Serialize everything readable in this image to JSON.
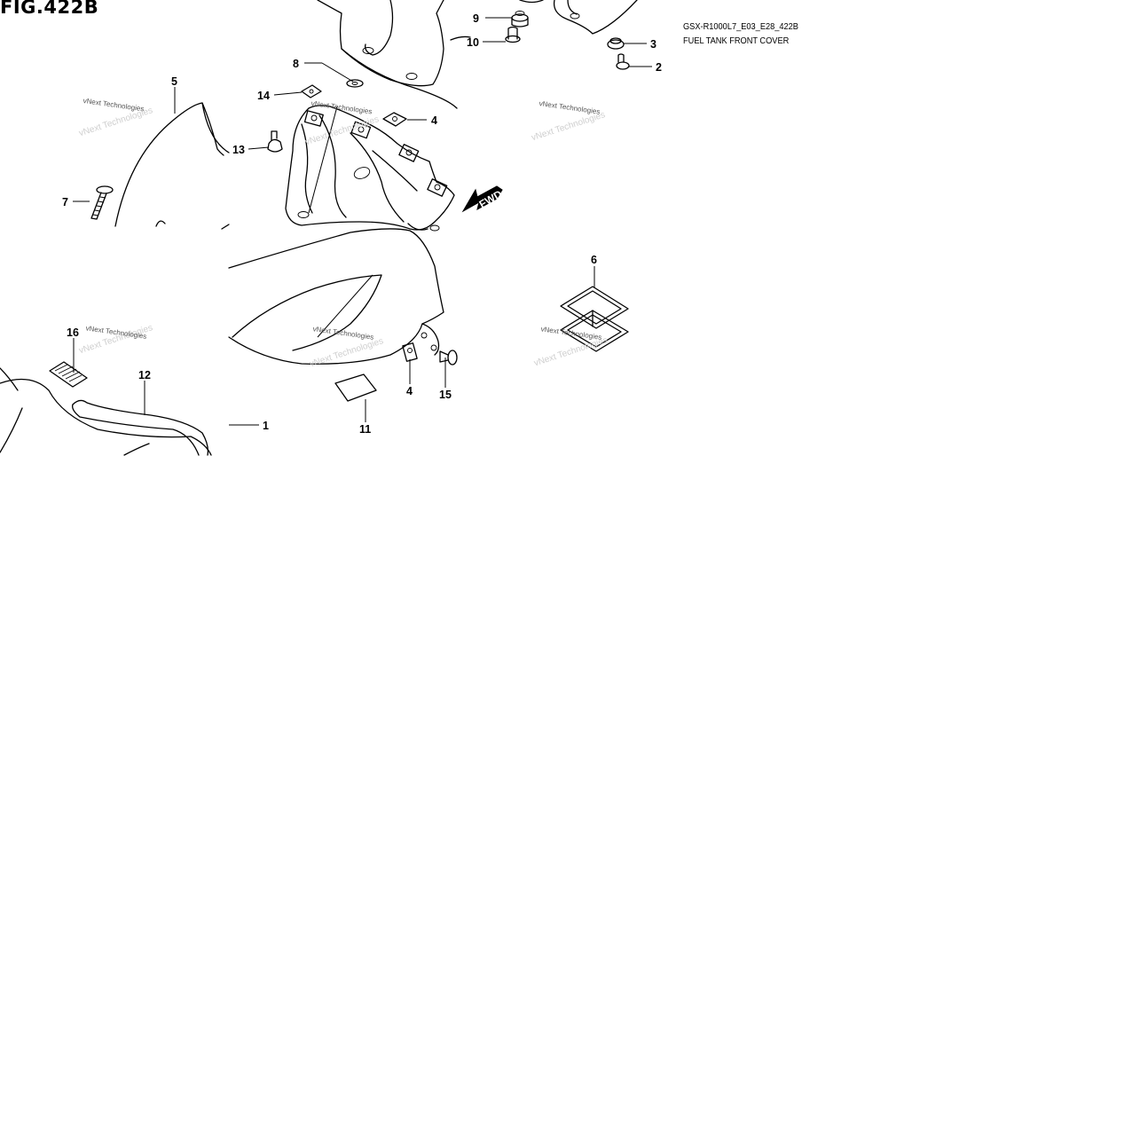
{
  "header": {
    "figure": "FIG.422B",
    "model_code": "GSX-R1000L7_E03_E28_422B",
    "description": "FUEL TANK FRONT COVER"
  },
  "badges": {
    "forward": "FWD"
  },
  "callouts": [
    {
      "id": "c1",
      "label": "1"
    },
    {
      "id": "c2",
      "label": "2"
    },
    {
      "id": "c3",
      "label": "3"
    },
    {
      "id": "c4a",
      "label": "4"
    },
    {
      "id": "c4b",
      "label": "4"
    },
    {
      "id": "c5",
      "label": "5"
    },
    {
      "id": "c6",
      "label": "6"
    },
    {
      "id": "c7",
      "label": "7"
    },
    {
      "id": "c8",
      "label": "8"
    },
    {
      "id": "c9",
      "label": "9"
    },
    {
      "id": "c10",
      "label": "10"
    },
    {
      "id": "c11",
      "label": "11"
    },
    {
      "id": "c12",
      "label": "12"
    },
    {
      "id": "c13",
      "label": "13"
    },
    {
      "id": "c14",
      "label": "14"
    },
    {
      "id": "c15",
      "label": "15"
    },
    {
      "id": "c16",
      "label": "16"
    }
  ],
  "watermark": {
    "text": "vNext Technologies"
  }
}
